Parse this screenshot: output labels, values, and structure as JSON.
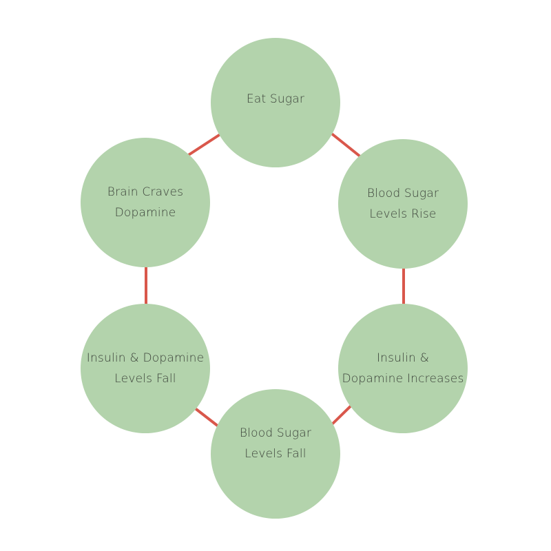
{
  "diagram": {
    "nodes": [
      {
        "id": "eat-sugar",
        "lines": [
          "Eat Sugar"
        ]
      },
      {
        "id": "blood-sugar-rise",
        "lines": [
          "Blood Sugar",
          "Levels Rise"
        ]
      },
      {
        "id": "insulin-dopamine-increase",
        "lines": [
          "Insulin &",
          "Dopamine Increases"
        ]
      },
      {
        "id": "blood-sugar-fall",
        "lines": [
          "Blood Sugar",
          "Levels Fall"
        ]
      },
      {
        "id": "insulin-dopamine-fall",
        "lines": [
          "Insulin & Dopamine",
          "Levels Fall"
        ]
      },
      {
        "id": "brain-craves",
        "lines": [
          "Brain Craves",
          "Dopamine"
        ]
      }
    ],
    "edges": [
      {
        "from": "eat-sugar",
        "to": "blood-sugar-rise"
      },
      {
        "from": "blood-sugar-rise",
        "to": "insulin-dopamine-increase"
      },
      {
        "from": "insulin-dopamine-increase",
        "to": "blood-sugar-fall"
      },
      {
        "from": "blood-sugar-fall",
        "to": "insulin-dopamine-fall"
      },
      {
        "from": "insulin-dopamine-fall",
        "to": "brain-craves"
      },
      {
        "from": "brain-craves",
        "to": "eat-sugar"
      }
    ],
    "colors": {
      "node_fill": "#b3d3ac",
      "arrow": "#d9574b",
      "arrow_dark": "#8d5a2e",
      "text": "#3a4038"
    }
  }
}
